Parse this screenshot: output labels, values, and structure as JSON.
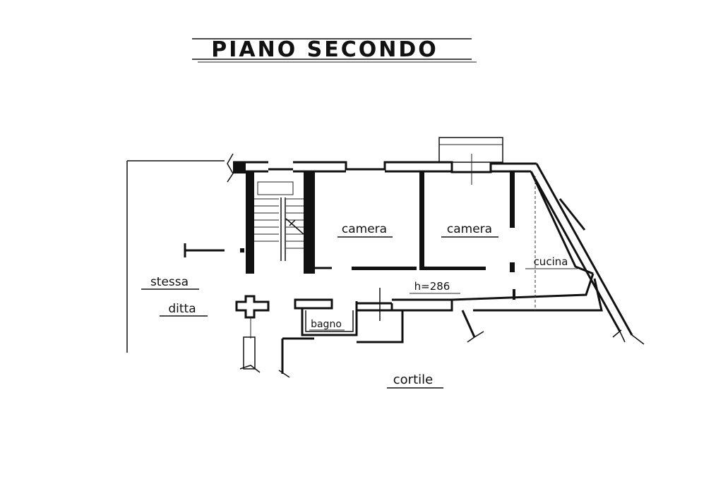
{
  "title": "PIANO SECONDO",
  "rooms": {
    "camera_1": "camera",
    "camera_2": "camera",
    "cucina": "cucina",
    "bagno": "bagno"
  },
  "height_note": "h=286",
  "neighbors": {
    "stessa": "stessa",
    "ditta": "ditta"
  },
  "courtyard": "cortile"
}
